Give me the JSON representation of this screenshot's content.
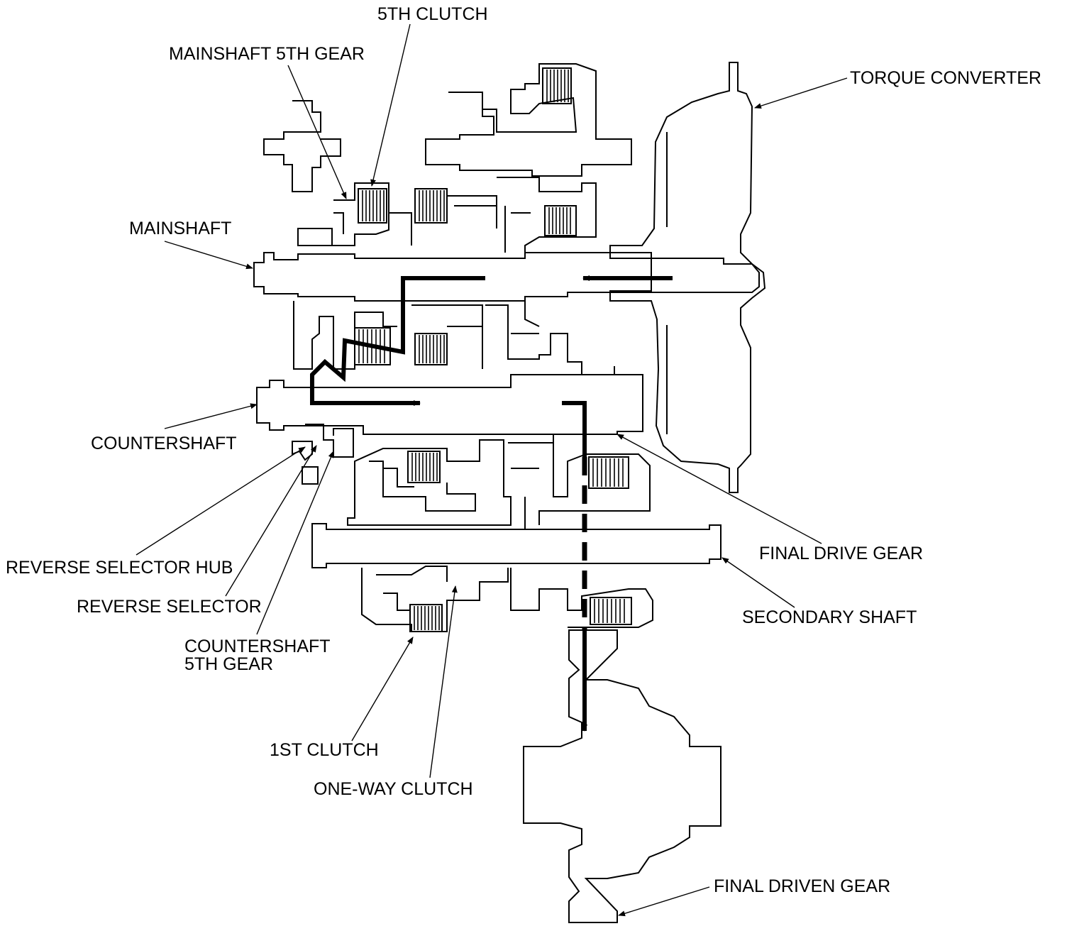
{
  "labels": {
    "fifth_clutch": "5TH CLUTCH",
    "mainshaft_5th_gear": "MAINSHAFT 5TH GEAR",
    "torque_converter": "TORQUE CONVERTER",
    "mainshaft": "MAINSHAFT",
    "countershaft": "COUNTERSHAFT",
    "reverse_selector_hub": "REVERSE SELECTOR HUB",
    "reverse_selector": "REVERSE SELECTOR",
    "countershaft_5th_gear_line1": "COUNTERSHAFT",
    "countershaft_5th_gear_line2": "5TH GEAR",
    "final_drive_gear": "FINAL DRIVE GEAR",
    "secondary_shaft": "SECONDARY SHAFT",
    "first_clutch": "1ST CLUTCH",
    "one_way_clutch": "ONE-WAY CLUTCH",
    "final_driven_gear": "FINAL DRIVEN GEAR"
  },
  "colors": {
    "ink": "#000000",
    "paper": "#ffffff"
  }
}
